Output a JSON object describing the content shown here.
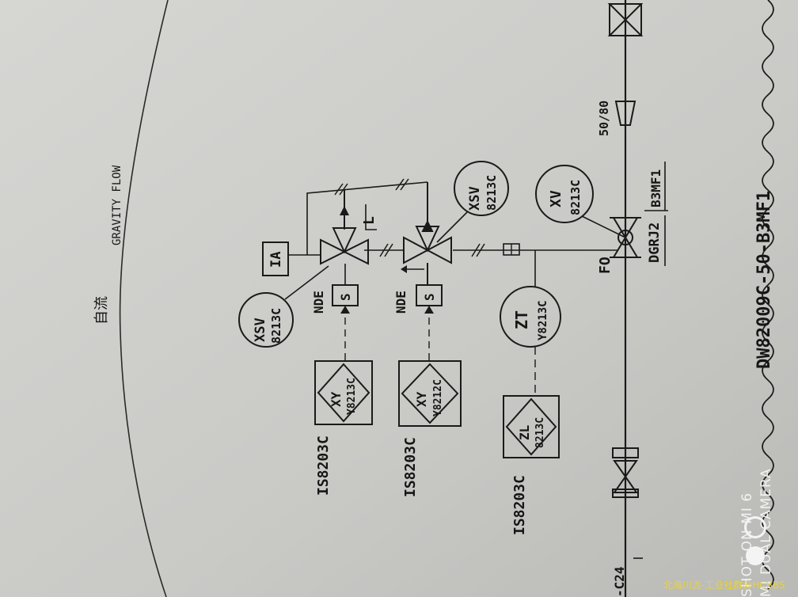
{
  "labels": {
    "gravity_cn": "自流",
    "gravity_en": "GRAVITY FLOW",
    "xsv_left": [
      "XSV",
      "8213C"
    ],
    "xsv_right": [
      "XSV",
      "8213C"
    ],
    "xv": [
      "XV",
      "8213C"
    ],
    "zt": [
      "ZT",
      "Y8213C"
    ],
    "xy_left": [
      "XY",
      "Y8213C"
    ],
    "xy_right": [
      "XY",
      "Y8212C"
    ],
    "zl": [
      "ZL",
      "8213C"
    ],
    "ia": "IA",
    "nde_left": "NDE",
    "nde_right": "NDE",
    "s_left": "S",
    "s_right": "S",
    "is_left": "IS8203C",
    "is_right": "IS8203C",
    "is_bottom": "IS8203C",
    "fo": "FO",
    "l_mark": "L",
    "size_80": "50/80",
    "dgrj2": "DGRJ2",
    "b3mf1": "B3MF1",
    "line_id": "DW82009C-50-B3MF1",
    "c24": "-C24"
  },
  "camera": {
    "line1": "SHOT ON MI 6",
    "line2": "MI DUAL CAMERA"
  },
  "watermark": "北海川流-工业社群@HCBBS"
}
